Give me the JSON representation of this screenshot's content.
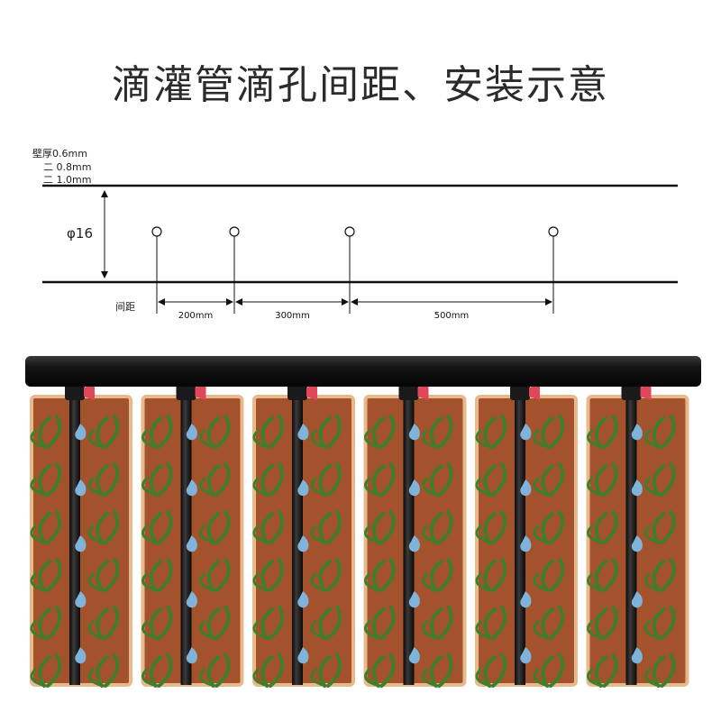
{
  "title": "滴灌管滴孔间距、安装示意",
  "specs": {
    "wall_label": "壁厚",
    "options": [
      "0.6mm",
      "0.8mm",
      "1.0mm"
    ]
  },
  "pipe": {
    "diameter_label": "φ16"
  },
  "spacing": {
    "label": "间距",
    "intervals": [
      "200mm",
      "300mm",
      "500mm"
    ]
  },
  "install": {
    "rows": 6,
    "colors": {
      "main_pipe": "#111111",
      "drip_tube": "#1c1c1c",
      "valve": "#e0475a",
      "soil": "#a4522c",
      "soil_border": "#e8b98c",
      "plant": "#3f7f2a",
      "droplet": "#7fb3d9"
    }
  }
}
